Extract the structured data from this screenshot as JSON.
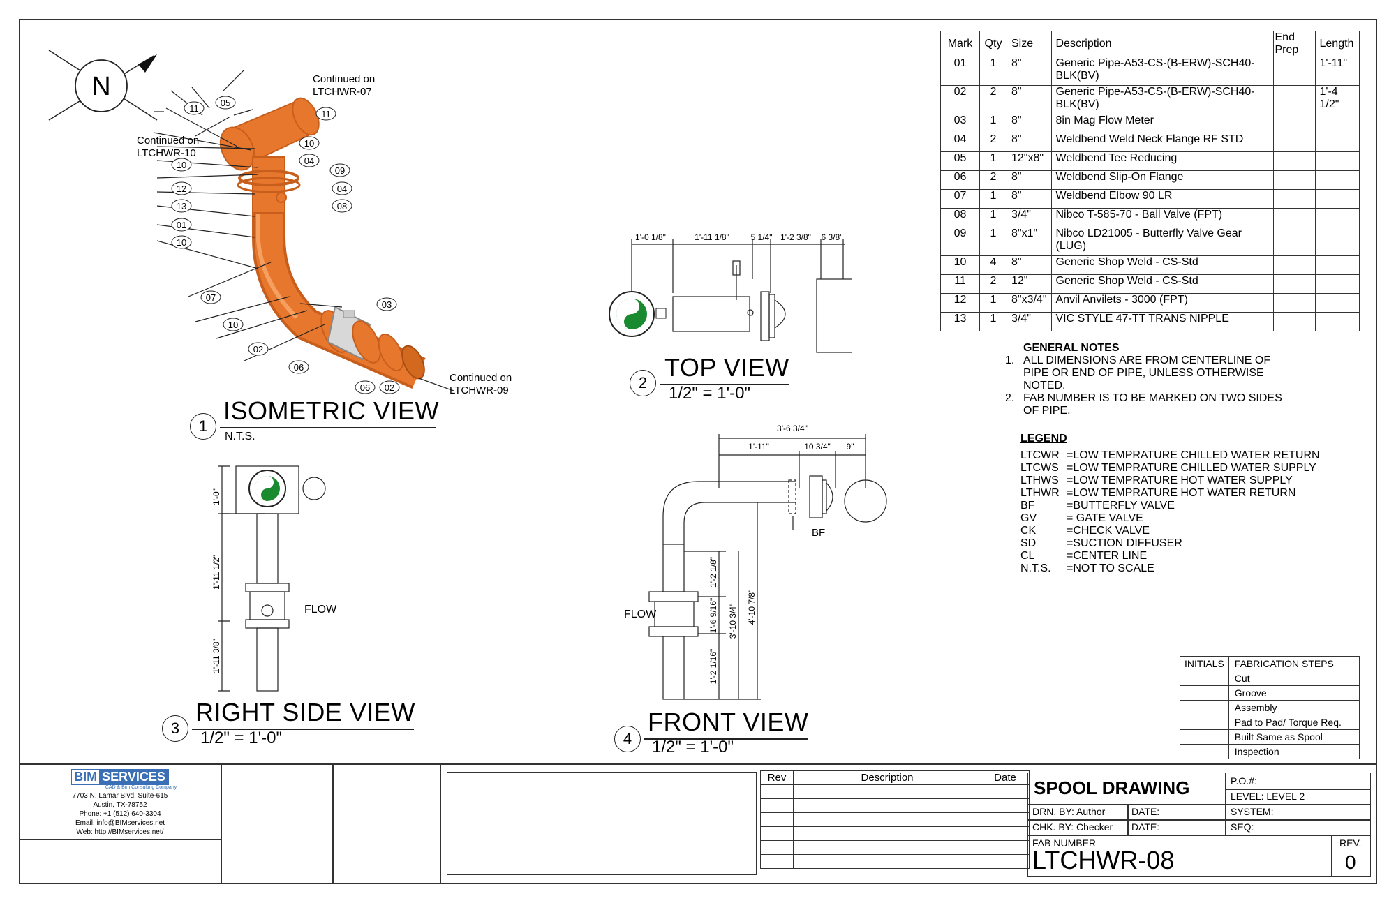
{
  "north": {
    "label": "N"
  },
  "bom": {
    "headers": [
      "Mark",
      "Qty",
      "Size",
      "Description",
      "End Prep",
      "Length"
    ],
    "rows": [
      {
        "mark": "01",
        "qty": "1",
        "size": "8\"",
        "description": "Generic Pipe-A53-CS-(B-ERW)-SCH40-BLK(BV)",
        "end_prep": "",
        "length": "1'-11\""
      },
      {
        "mark": "02",
        "qty": "2",
        "size": "8\"",
        "description": "Generic Pipe-A53-CS-(B-ERW)-SCH40-BLK(BV)",
        "end_prep": "",
        "length": "1'-4 1/2\""
      },
      {
        "mark": "03",
        "qty": "1",
        "size": "8\"",
        "description": "8in Mag Flow Meter",
        "end_prep": "",
        "length": ""
      },
      {
        "mark": "04",
        "qty": "2",
        "size": "8\"",
        "description": "Weldbend Weld Neck Flange RF STD",
        "end_prep": "",
        "length": ""
      },
      {
        "mark": "05",
        "qty": "1",
        "size": "12\"x8\"",
        "description": "Weldbend Tee Reducing",
        "end_prep": "",
        "length": ""
      },
      {
        "mark": "06",
        "qty": "2",
        "size": "8\"",
        "description": "Weldbend Slip-On Flange",
        "end_prep": "",
        "length": ""
      },
      {
        "mark": "07",
        "qty": "1",
        "size": "8\"",
        "description": "Weldbend Elbow 90 LR",
        "end_prep": "",
        "length": ""
      },
      {
        "mark": "08",
        "qty": "1",
        "size": "3/4\"",
        "description": "Nibco T-585-70 - Ball Valve (FPT)",
        "end_prep": "",
        "length": ""
      },
      {
        "mark": "09",
        "qty": "1",
        "size": "8\"x1\"",
        "description": "Nibco LD21005 - Butterfly Valve Gear (LUG)",
        "end_prep": "",
        "length": ""
      },
      {
        "mark": "10",
        "qty": "4",
        "size": "8\"",
        "description": "Generic Shop Weld - CS-Std",
        "end_prep": "",
        "length": ""
      },
      {
        "mark": "11",
        "qty": "2",
        "size": "12\"",
        "description": "Generic Shop Weld - CS-Std",
        "end_prep": "",
        "length": ""
      },
      {
        "mark": "12",
        "qty": "1",
        "size": "8\"x3/4\"",
        "description": "Anvil Anvilets - 3000 (FPT)",
        "end_prep": "",
        "length": ""
      },
      {
        "mark": "13",
        "qty": "1",
        "size": "3/4\"",
        "description": "VIC STYLE 47-TT TRANS NIPPLE",
        "end_prep": "",
        "length": ""
      }
    ]
  },
  "general_notes": {
    "heading": "GENERAL NOTES",
    "items": [
      {
        "num": "1.",
        "lines": [
          "ALL DIMENSIONS ARE FROM CENTERLINE OF",
          "PIPE OR END OF PIPE, UNLESS OTHERWISE",
          "NOTED."
        ]
      },
      {
        "num": "2.",
        "lines": [
          "FAB NUMBER IS TO BE MARKED ON TWO SIDES",
          "OF PIPE."
        ]
      }
    ]
  },
  "legend": {
    "heading": "LEGEND",
    "items": [
      {
        "abbr": "LTCWR",
        "def": "=LOW TEMPRATURE CHILLED WATER RETURN"
      },
      {
        "abbr": "LTCWS",
        "def": "=LOW TEMPRATURE CHILLED WATER SUPPLY"
      },
      {
        "abbr": "LTHWS",
        "def": "=LOW TEMPRATURE HOT WATER SUPPLY"
      },
      {
        "abbr": "LTHWR",
        "def": "=LOW TEMPRATURE HOT WATER RETURN"
      },
      {
        "abbr": "BF",
        "def": "=BUTTERFLY VALVE"
      },
      {
        "abbr": "GV",
        "def": "= GATE VALVE"
      },
      {
        "abbr": "CK",
        "def": "=CHECK VALVE"
      },
      {
        "abbr": "SD",
        "def": "=SUCTION DIFFUSER"
      },
      {
        "abbr": "CL",
        "def": "=CENTER LINE"
      },
      {
        "abbr": "N.T.S.",
        "def": "=NOT TO SCALE"
      }
    ]
  },
  "views": {
    "isometric": {
      "num": "1",
      "title": "ISOMETRIC VIEW",
      "scale": "N.T.S.",
      "continued_top": [
        "Continued on",
        "LTCHWR-07"
      ],
      "continued_left": [
        "Continued on",
        "LTCHWR-10"
      ],
      "continued_right": [
        "Continued on",
        "LTCHWR-09"
      ],
      "balloons": [
        "05",
        "11",
        "11",
        "10",
        "04",
        "09",
        "10",
        "04",
        "12",
        "08",
        "13",
        "01",
        "10",
        "07",
        "03",
        "10",
        "02",
        "06",
        "06",
        "02"
      ]
    },
    "top": {
      "num": "2",
      "title": "TOP VIEW",
      "scale": "1/2\" = 1'-0\"",
      "dims": [
        "1'-0 1/8\"",
        "1'-11 1/8\"",
        "5 1/4\"",
        "1'-2 3/8\"",
        "6 3/8\""
      ]
    },
    "right": {
      "num": "3",
      "title": "RIGHT SIDE VIEW",
      "scale": "1/2\" = 1'-0\"",
      "dims": [
        "1'-0\"",
        "1'-11 1/2\"",
        "1'-11 3/8\""
      ],
      "flow": "FLOW"
    },
    "front": {
      "num": "4",
      "title": "FRONT VIEW",
      "scale": "1/2\" = 1'-0\"",
      "dims_top": [
        "3'-6 3/4\"",
        "1'-11\"",
        "10 3/4\"",
        "9\""
      ],
      "dims_side": [
        "1'-2 1/8\"",
        "1'-6 9/16\"",
        "1'-2 1/16\"",
        "3'-10 3/4\"",
        "4'-10 7/8\""
      ],
      "flow": "FLOW",
      "bf": "BF"
    }
  },
  "fab_steps": {
    "header_initials": "INITIALS",
    "header_steps": "FABRICATION STEPS",
    "steps": [
      "Cut",
      "Groove",
      "Assembly",
      "Pad to Pad/ Torque Req.",
      "Built Same as Spool",
      "Inspection"
    ]
  },
  "company": {
    "logo_left": "BIM",
    "logo_right": "SERVICES",
    "tagline": "CAD & Bim Consulting Company",
    "address1": "7703 N. Lamar Blvd. Suite-615",
    "address2": "Austin, TX-78752",
    "phone": "Phone: +1 (512) 640-3304",
    "email_label": "Email:",
    "email": "info@BIMservices.net",
    "web_label": "Web:",
    "web": "http://BIMservices.net/"
  },
  "revision_table": {
    "headers": [
      "Rev",
      "Description",
      "Date"
    ],
    "empty_rows": 6
  },
  "title_block": {
    "title": "SPOOL DRAWING",
    "po": "P.O.#:",
    "level": "LEVEL: LEVEL 2",
    "drn_by": "DRN. BY:  Author",
    "date1": "DATE:",
    "system": "SYSTEM:",
    "chk_by": "CHK. BY:  Checker",
    "date2": "DATE:",
    "seq": "SEQ:",
    "fab_number_label": "FAB NUMBER",
    "fab_number": "LTCHWR-08",
    "rev_label": "REV.",
    "rev": "0"
  },
  "colors": {
    "pipe": "#e8772e",
    "pipe_dark": "#c85e1c",
    "line": "#222222",
    "meter_green": "#1a8a2e"
  }
}
